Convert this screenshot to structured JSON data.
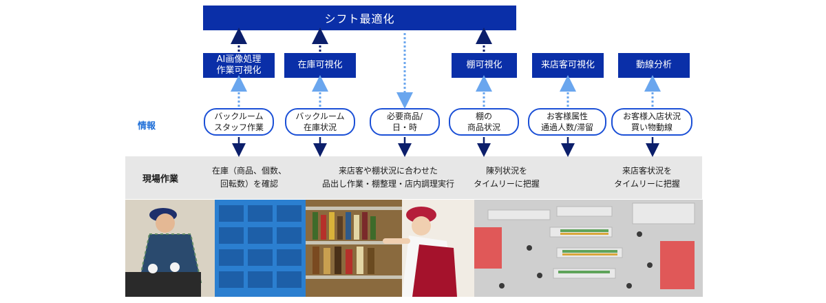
{
  "title": "シフト最適化",
  "row_labels": {
    "info": "情報",
    "field_work": "現場作業"
  },
  "visualizations": [
    {
      "label": "AI画像処理\n作業可視化"
    },
    {
      "label": "在庫可視化"
    },
    {
      "label": "棚可視化"
    },
    {
      "label": "来店客可視化"
    },
    {
      "label": "動線分析"
    }
  ],
  "information": [
    {
      "label": "バックルーム\nスタッフ作業"
    },
    {
      "label": "バックルーム\n在庫状況"
    },
    {
      "label": "必要商品/\n日・時"
    },
    {
      "label": "棚の\n商品状況"
    },
    {
      "label": "お客様属性\n通過人数/滞留"
    },
    {
      "label": "お客様入店状況\n買い物動線"
    }
  ],
  "field_tasks": [
    {
      "label": "在庫（商品、個数、\n回転数）を確認"
    },
    {
      "label": "来店客や棚状況に合わせた\n品出し作業・棚整理・店内調理実行"
    },
    {
      "label": "陳列状況を\nタイムリーに把握"
    },
    {
      "label": "来店客状況を\nタイムリーに把握"
    }
  ],
  "colors": {
    "navy": "#0a2fa8",
    "pill_border": "#1a4fd6",
    "info_label": "#1f6fd8",
    "band": "#e7e7e7"
  }
}
